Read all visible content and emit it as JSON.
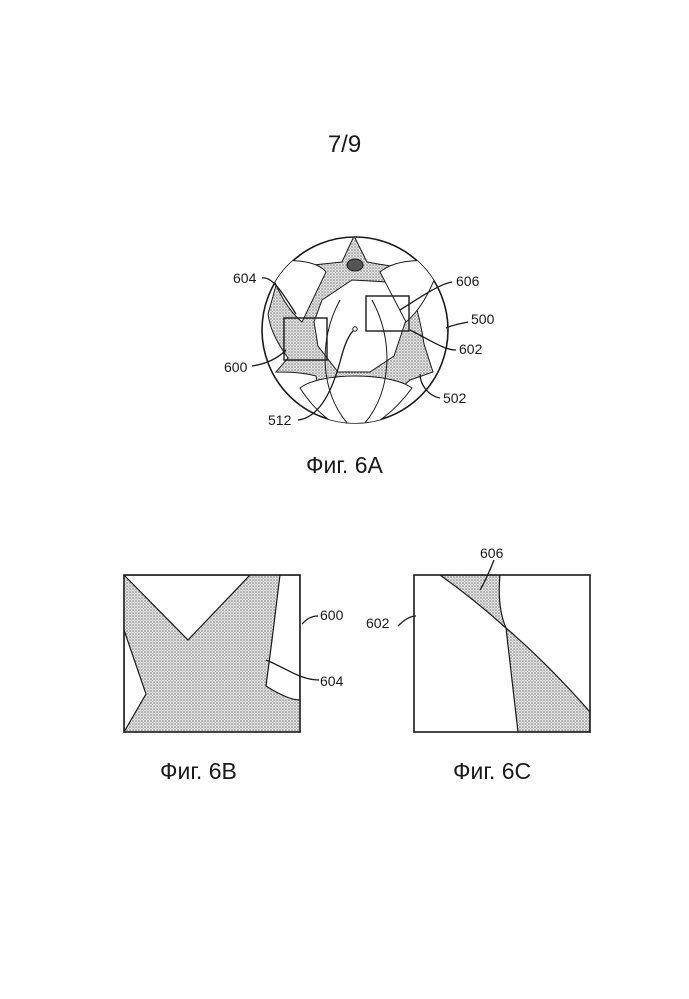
{
  "page": {
    "number": "7/9"
  },
  "figures": {
    "fig_6a": {
      "caption": "Фиг. 6А",
      "labels": {
        "l604": "604",
        "l606": "606",
        "l500": "500",
        "l602": "602",
        "l600": "600",
        "l502": "502",
        "l512": "512"
      }
    },
    "fig_6b": {
      "caption": "Фиг. 6В",
      "labels": {
        "l600": "600",
        "l604": "604"
      }
    },
    "fig_6c": {
      "caption": "Фиг. 6С",
      "labels": {
        "l606": "606",
        "l602": "602"
      }
    }
  },
  "colors": {
    "stroke": "#1a1a1a",
    "stipple_fill": "#c9c9c9",
    "dark_spot": "#555555"
  }
}
